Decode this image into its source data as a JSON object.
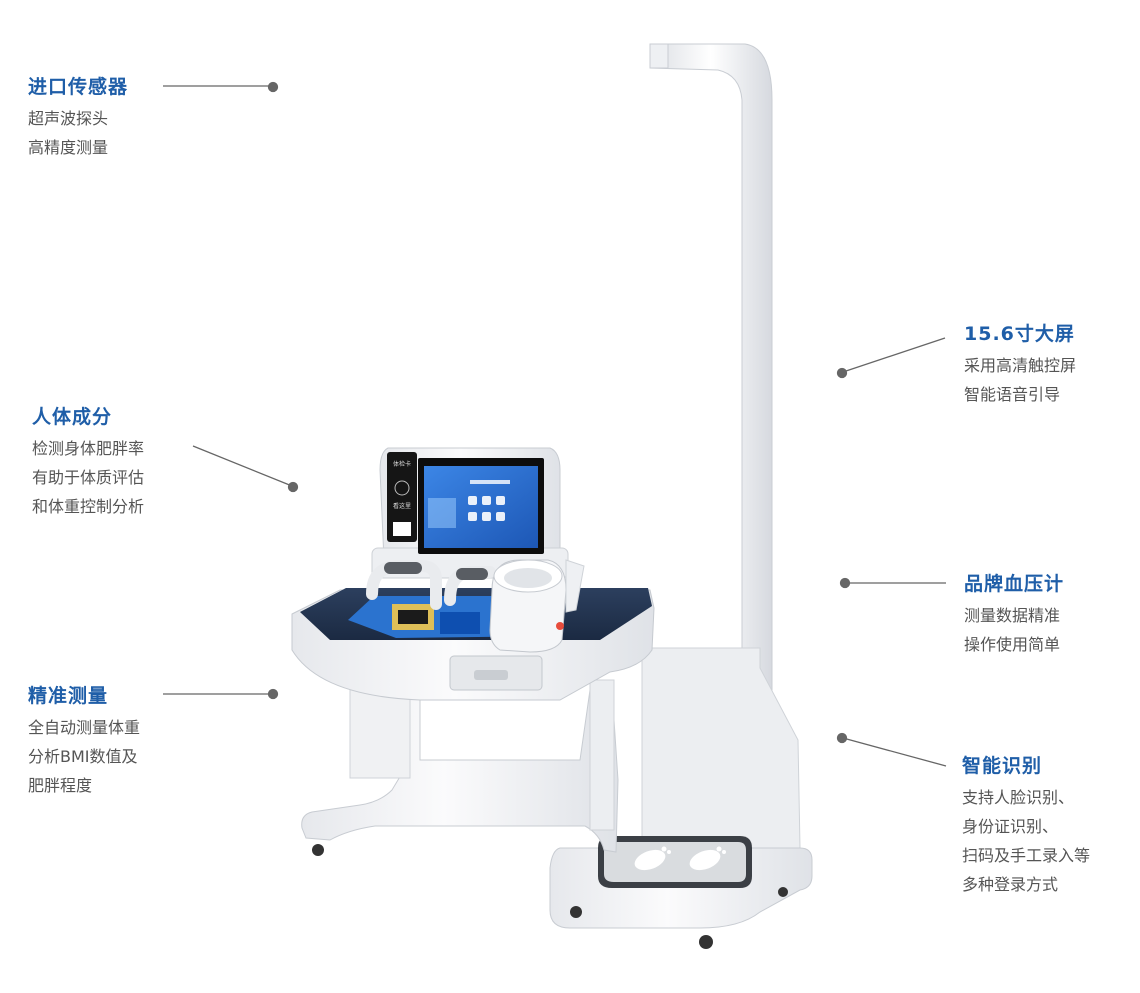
{
  "colors": {
    "title": "#1f5ea8",
    "body_text": "#555555",
    "leader_line": "#666666",
    "device_white": "#f4f5f7",
    "screen_blue": "#2f6fd0",
    "tray_dark": "#27374f"
  },
  "callouts": {
    "sensor": {
      "title": "进口传感器",
      "lines": [
        "超声波探头",
        "高精度测量"
      ]
    },
    "body": {
      "title": "人体成分",
      "lines": [
        "检测身体肥胖率",
        "有助于体质评估",
        "和体重控制分析"
      ]
    },
    "measure": {
      "title": "精准测量",
      "lines": [
        "全自动测量体重",
        "分析BMI数值及",
        "肥胖程度"
      ]
    },
    "screen": {
      "title": "15.6寸大屏",
      "lines": [
        "采用高清触控屏",
        "智能语音引导"
      ]
    },
    "bp": {
      "title": "品牌血压计",
      "lines": [
        "测量数据精准",
        "操作使用简单"
      ]
    },
    "id": {
      "title": "智能识别",
      "lines": [
        "支持人脸识别、",
        "身份证识别、",
        "扫码及手工录入等",
        "多种登录方式"
      ]
    }
  },
  "device": {
    "image": "health-checkup-kiosk",
    "side_panel": [
      "体检卡",
      "看这里"
    ]
  }
}
